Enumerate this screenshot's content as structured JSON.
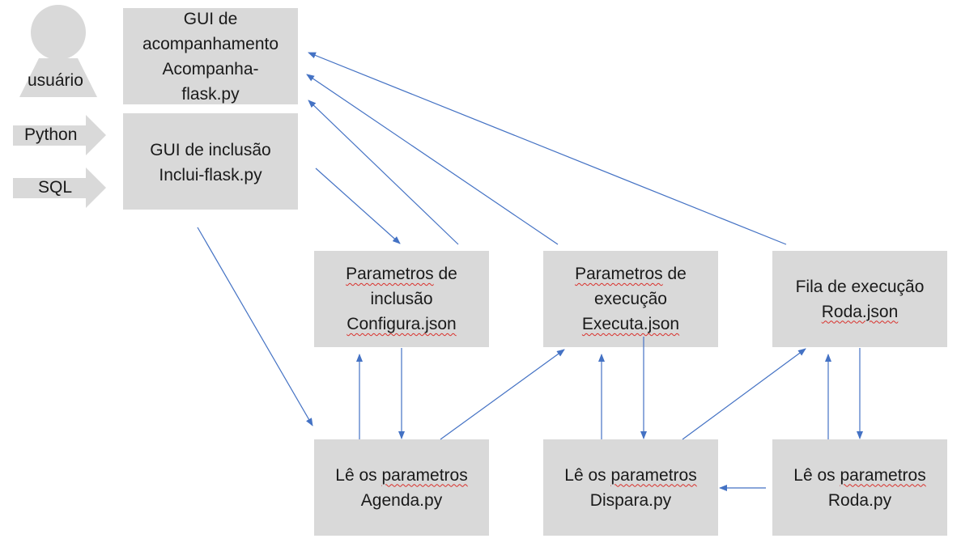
{
  "user": {
    "label": "usuário"
  },
  "tags": {
    "python": "Python",
    "sql": "SQL"
  },
  "boxes": {
    "acompanha": {
      "line1": "GUI de",
      "line2": "acompanhamento",
      "line3": "Acompanha-",
      "line4": "flask.py"
    },
    "inclui": {
      "line1": "GUI de inclusão",
      "line2": "Inclui-flask.py"
    },
    "configura": {
      "line1a": "Parametros",
      "line1b": " de",
      "line2": "inclusão",
      "line3": "Configura.json"
    },
    "executa": {
      "line1a": "Parametros",
      "line1b": " de",
      "line2": "execução",
      "line3": "Executa.json"
    },
    "roda_json": {
      "line1": "Fila de execução",
      "line2": "Roda.json"
    },
    "agenda": {
      "line1a": "Lê os ",
      "line1b": "parametros",
      "line2": "Agenda.py"
    },
    "dispara": {
      "line1a": "Lê os ",
      "line1b": "parametros",
      "line2": "Dispara.py"
    },
    "roda_py": {
      "line1a": "Lê os ",
      "line1b": "parametros",
      "line2": "Roda.py"
    }
  },
  "colors": {
    "box_fill": "#d9d9d9",
    "arrow": "#4472c4",
    "spellcheck": "#d9302b"
  }
}
